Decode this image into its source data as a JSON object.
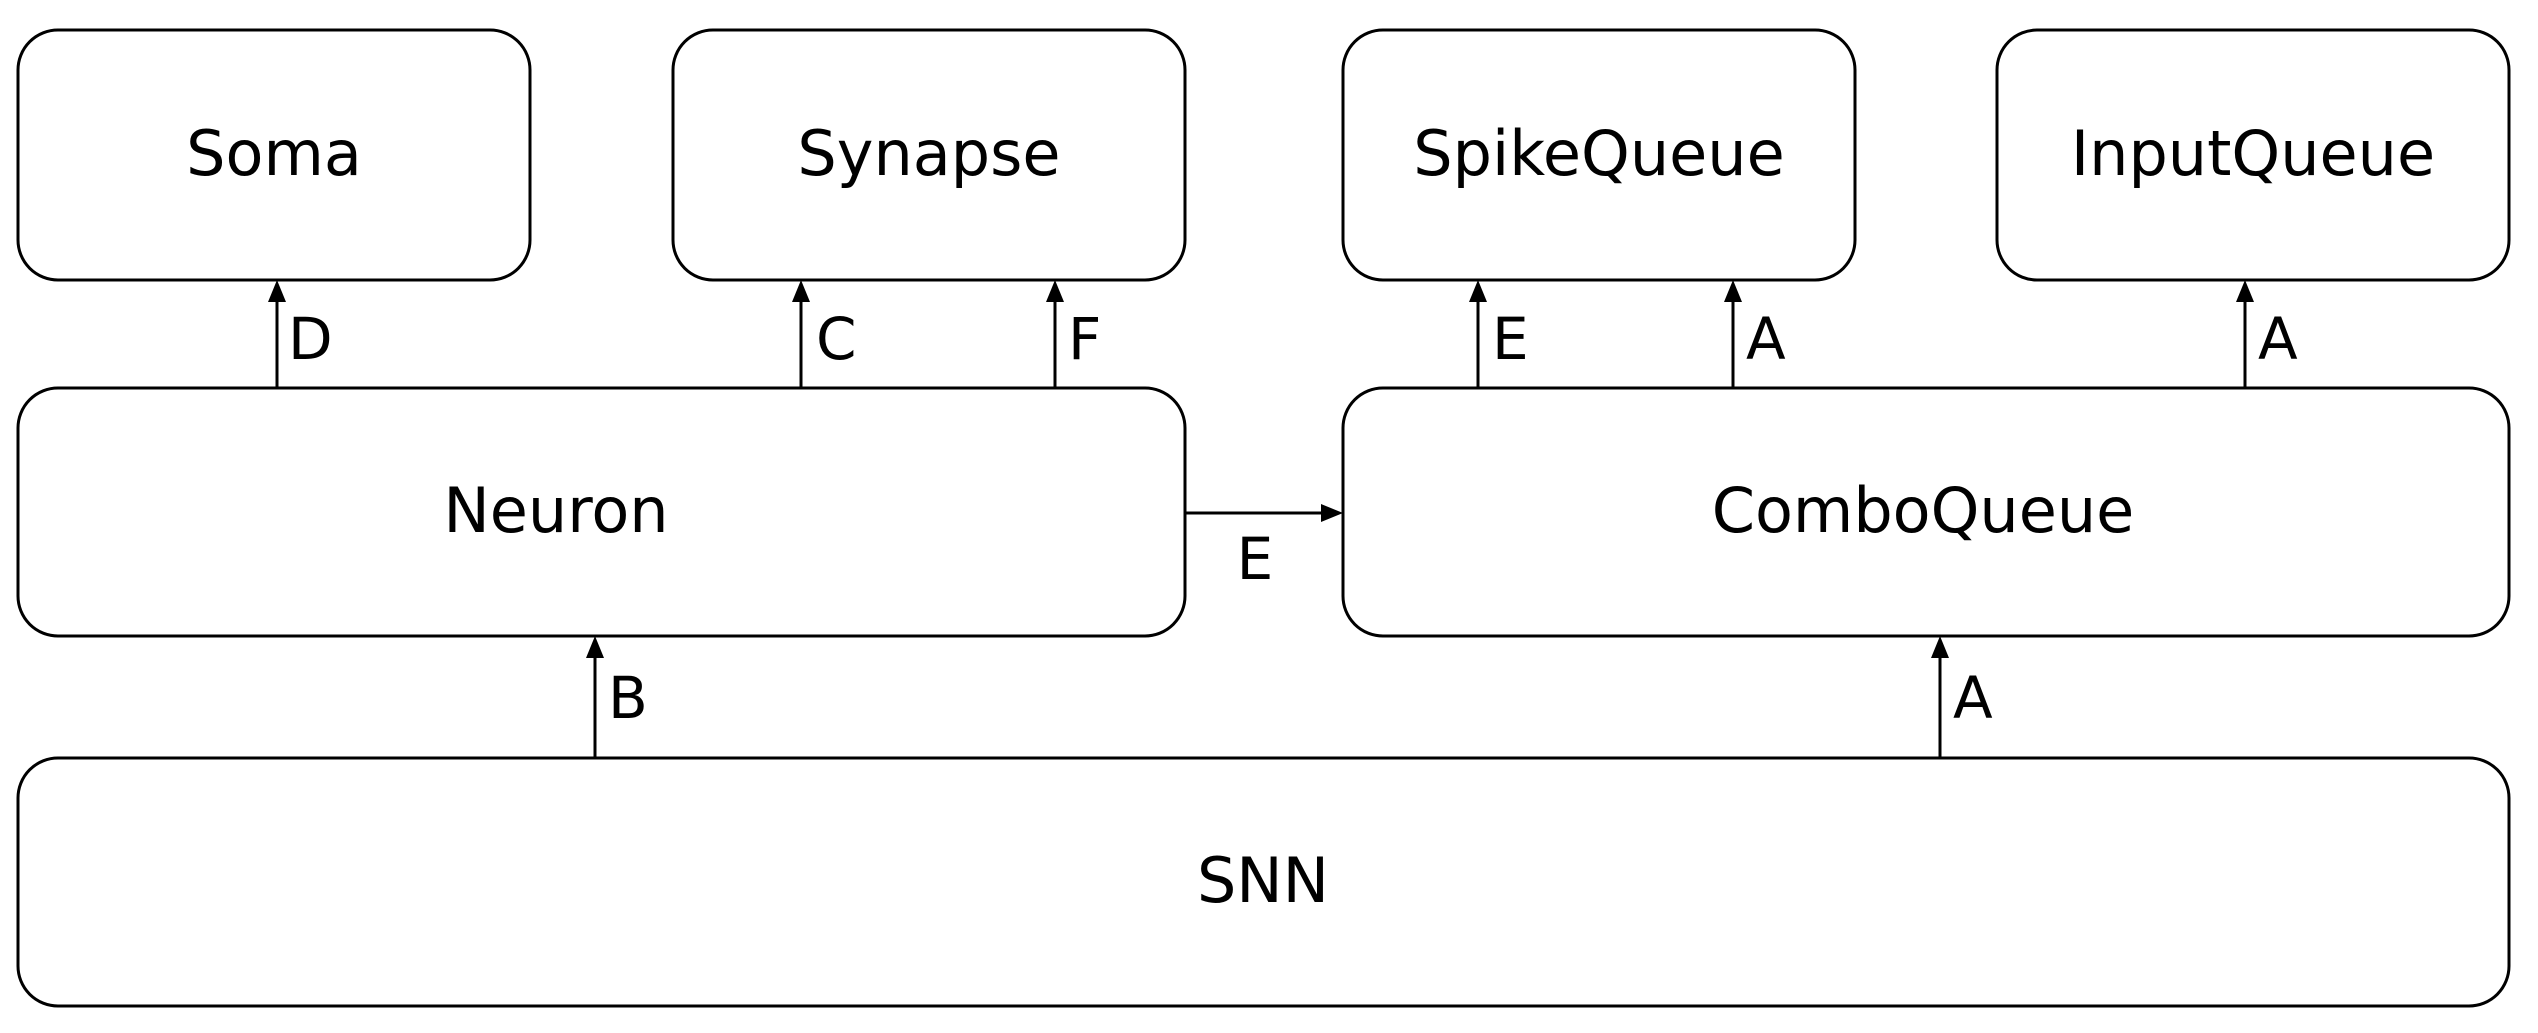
{
  "nodes": {
    "soma": "Soma",
    "synapse": "Synapse",
    "spikequeue": "SpikeQueue",
    "inputqueue": "InputQueue",
    "neuron": "Neuron",
    "comboqueue": "ComboQueue",
    "snn": "SNN"
  },
  "edges": [
    {
      "from": "neuron",
      "to": "soma",
      "label": "D"
    },
    {
      "from": "neuron",
      "to": "synapse",
      "label": "C"
    },
    {
      "from": "neuron",
      "to": "synapse",
      "label": "F"
    },
    {
      "from": "comboqueue",
      "to": "spikequeue",
      "label": "E"
    },
    {
      "from": "comboqueue",
      "to": "spikequeue",
      "label": "A"
    },
    {
      "from": "comboqueue",
      "to": "inputqueue",
      "label": "A"
    },
    {
      "from": "neuron",
      "to": "comboqueue",
      "label": "E"
    },
    {
      "from": "snn",
      "to": "neuron",
      "label": "B"
    },
    {
      "from": "snn",
      "to": "comboqueue",
      "label": "A"
    }
  ],
  "colors": {
    "stroke": "#000000",
    "fill": "#ffffff"
  }
}
